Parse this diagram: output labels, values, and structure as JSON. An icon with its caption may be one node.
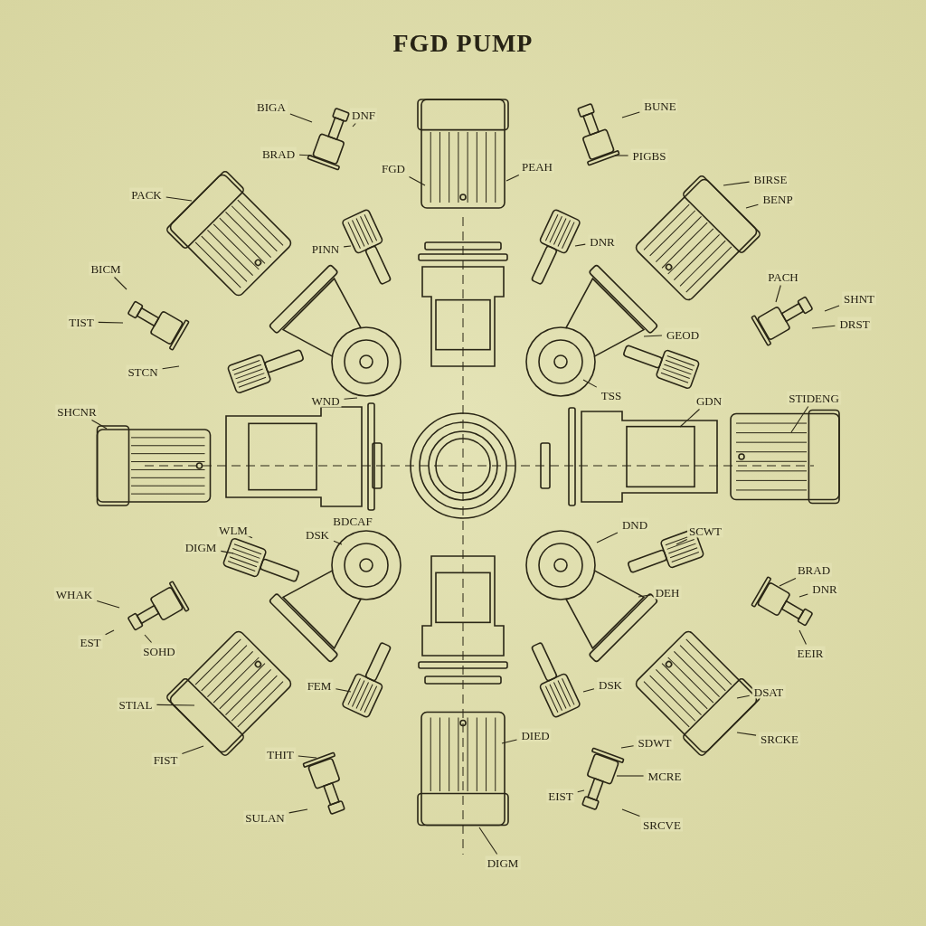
{
  "diagram": {
    "title": "FGD PUMP",
    "nodes": [
      {
        "text": [
          "BIGA"
        ]
      },
      {
        "text": [
          "DNF"
        ]
      },
      {
        "text": [
          "BRAD"
        ]
      },
      {
        "text": [
          "BUNE"
        ]
      },
      {
        "text": [
          "PIGBS"
        ]
      },
      {
        "text": [
          "FGD"
        ]
      },
      {
        "text": [
          "PEAH"
        ]
      },
      {
        "text": [
          "PACK"
        ]
      },
      {
        "text": [
          "BIRSE"
        ]
      },
      {
        "text": [
          "BENP"
        ]
      },
      {
        "text": [
          "PINN"
        ]
      },
      {
        "text": [
          "DNR"
        ]
      },
      {
        "text": [
          "BICM"
        ]
      },
      {
        "text": [
          "PACH"
        ]
      },
      {
        "text": [
          "SHNT"
        ]
      },
      {
        "text": [
          "DRST"
        ]
      },
      {
        "text": [
          "TIST"
        ]
      },
      {
        "text": [
          "GEOD"
        ]
      },
      {
        "text": [
          "STCN"
        ]
      },
      {
        "text": [
          "WND"
        ]
      },
      {
        "text": [
          "TSS"
        ]
      },
      {
        "text": [
          "GDN"
        ]
      },
      {
        "text": [
          "SHCNR"
        ]
      },
      {
        "text": [
          "STIDENG"
        ]
      },
      {
        "text": [
          "WLM"
        ]
      },
      {
        "text": [
          "DSK"
        ]
      },
      {
        "text": [
          "DND"
        ]
      },
      {
        "text": [
          "SCWT"
        ]
      },
      {
        "text": [
          "DIGM"
        ]
      },
      {
        "text": [
          "BRAD"
        ]
      },
      {
        "text": [
          "DNR"
        ]
      },
      {
        "text": [
          "WHAK"
        ]
      },
      {
        "text": [
          "DEH"
        ]
      },
      {
        "text": [
          "EST"
        ]
      },
      {
        "text": [
          "SOHD"
        ]
      },
      {
        "text": [
          "EEIR"
        ]
      },
      {
        "text": [
          "STIAL"
        ]
      },
      {
        "text": [
          "FEM"
        ]
      },
      {
        "text": [
          "DSK"
        ]
      },
      {
        "text": [
          "DSAT"
        ]
      },
      {
        "text": [
          "FIST"
        ]
      },
      {
        "text": [
          "SRCKE"
        ]
      },
      {
        "text": [
          "DIED"
        ]
      },
      {
        "text": [
          "SDWT"
        ]
      },
      {
        "text": [
          "THIT"
        ]
      },
      {
        "text": [
          "MCRE"
        ]
      },
      {
        "text": [
          "EIST"
        ]
      },
      {
        "text": [
          "SULAN"
        ]
      },
      {
        "text": [
          "SRCVE"
        ]
      },
      {
        "text": [
          "DIGM"
        ]
      }
    ],
    "edges": [
      {
        "from": 0,
        "to": null,
        "arrow": "none"
      },
      {
        "from": 1,
        "to": null,
        "arrow": "none"
      },
      {
        "from": 2,
        "to": null,
        "arrow": "none"
      },
      {
        "from": 3,
        "to": null,
        "arrow": "none"
      },
      {
        "from": 4,
        "to": null,
        "arrow": "none"
      },
      {
        "from": 5,
        "to": null,
        "arrow": "none"
      },
      {
        "from": 6,
        "to": null,
        "arrow": "none"
      },
      {
        "from": 7,
        "to": null,
        "arrow": "none"
      },
      {
        "from": 8,
        "to": null,
        "arrow": "none"
      },
      {
        "from": 9,
        "to": null,
        "arrow": "none"
      },
      {
        "from": 10,
        "to": null,
        "arrow": "none"
      },
      {
        "from": 11,
        "to": null,
        "arrow": "none"
      },
      {
        "from": 12,
        "to": null,
        "arrow": "none"
      },
      {
        "from": 13,
        "to": null,
        "arrow": "none"
      },
      {
        "from": 14,
        "to": null,
        "arrow": "none"
      },
      {
        "from": 15,
        "to": null,
        "arrow": "none"
      },
      {
        "from": 16,
        "to": null,
        "arrow": "none"
      },
      {
        "from": 17,
        "to": null,
        "arrow": "none"
      },
      {
        "from": 18,
        "to": null,
        "arrow": "none"
      },
      {
        "from": 19,
        "to": null,
        "arrow": "none"
      },
      {
        "from": 20,
        "to": null,
        "arrow": "none"
      },
      {
        "from": 21,
        "to": null,
        "arrow": "none"
      },
      {
        "from": 22,
        "to": null,
        "arrow": "none"
      },
      {
        "from": 23,
        "to": null,
        "arrow": "none"
      },
      {
        "from": 24,
        "to": null,
        "arrow": "none"
      },
      {
        "from": 25,
        "to": null,
        "arrow": "none"
      },
      {
        "from": 26,
        "to": null,
        "arrow": "none"
      },
      {
        "from": 27,
        "to": null,
        "arrow": "none"
      },
      {
        "from": 28,
        "to": null,
        "arrow": "none"
      },
      {
        "from": 29,
        "to": null,
        "arrow": "none"
      },
      {
        "from": 30,
        "to": null,
        "arrow": "none"
      },
      {
        "from": 31,
        "to": null,
        "arrow": "none"
      },
      {
        "from": 32,
        "to": null,
        "arrow": "none"
      },
      {
        "from": 33,
        "to": null,
        "arrow": "none"
      },
      {
        "from": 34,
        "to": null,
        "arrow": "none"
      },
      {
        "from": 35,
        "to": null,
        "arrow": "none"
      },
      {
        "from": 36,
        "to": null,
        "arrow": "none"
      },
      {
        "from": 37,
        "to": null,
        "arrow": "none"
      },
      {
        "from": 38,
        "to": null,
        "arrow": "none"
      },
      {
        "from": 39,
        "to": null,
        "arrow": "none"
      },
      {
        "from": 40,
        "to": null,
        "arrow": "none"
      },
      {
        "from": 41,
        "to": null,
        "arrow": "none"
      },
      {
        "from": 42,
        "to": null,
        "arrow": "none"
      },
      {
        "from": 43,
        "to": null,
        "arrow": "none"
      },
      {
        "from": 44,
        "to": null,
        "arrow": "none"
      },
      {
        "from": 45,
        "to": null,
        "arrow": "none"
      },
      {
        "from": 46,
        "to": null,
        "arrow": "none"
      },
      {
        "from": 47,
        "to": null,
        "arrow": "none"
      },
      {
        "from": 48,
        "to": null,
        "arrow": "none"
      },
      {
        "from": 49,
        "to": null,
        "arrow": "none"
      }
    ],
    "labels": [
      "BDCAF"
    ]
  }
}
